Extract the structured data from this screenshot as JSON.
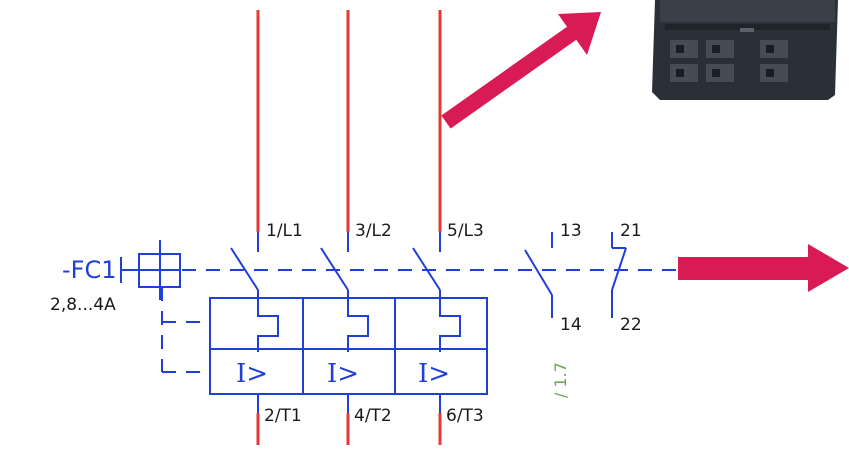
{
  "device": {
    "tag": "-FC1",
    "rating": "2,8...4A"
  },
  "terminals": {
    "line": [
      "1/L1",
      "3/L2",
      "5/L3"
    ],
    "load": [
      "2/T1",
      "4/T2",
      "6/T3"
    ]
  },
  "aux_contacts": {
    "no_top": "13",
    "no_bottom": "14",
    "nc_top": "21",
    "nc_bottom": "22"
  },
  "cross_reference": "/ 1.7",
  "trip_symbol": "I>",
  "colors": {
    "symbol": "#1f3fd6",
    "wire": "#e53935",
    "arrow": "#d81b55",
    "reference": "#6aa84f",
    "text": "#1a1a1a",
    "device_body": "#2b3038"
  },
  "icons": {
    "device_photo": "overload-relay-photo",
    "arrows": [
      "pointer-arrow-up-right",
      "pointer-arrow-right"
    ]
  }
}
